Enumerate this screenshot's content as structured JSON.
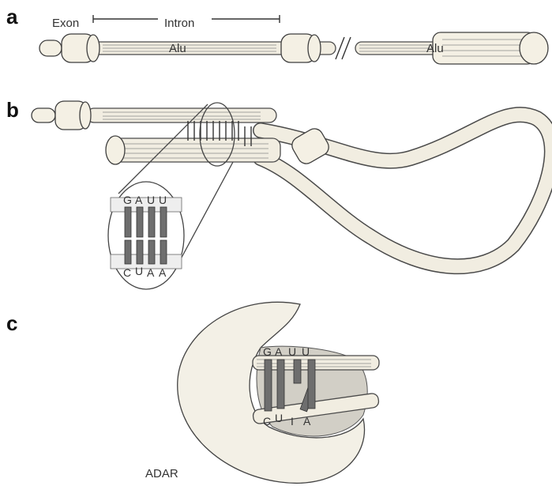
{
  "panels": {
    "a": {
      "letter": "a",
      "exon_label": "Exon",
      "intron_label": "Intron",
      "alu_left": "Alu",
      "alu_right": "Alu"
    },
    "b": {
      "letter": "b",
      "top_bases": [
        "G",
        "A",
        "U",
        "U"
      ],
      "bottom_bases": [
        "C",
        "U",
        "A",
        "A"
      ]
    },
    "c": {
      "letter": "c",
      "top_bases": [
        "G",
        "A",
        "U",
        "U"
      ],
      "bottom_bases": [
        "C",
        "U",
        "I",
        "A"
      ],
      "enzyme_label": "ADAR"
    }
  },
  "colors": {
    "tube_fill": "#f1ede1",
    "outline": "#4a4a4a",
    "pair_fill": "#6e6e6e",
    "adar_fill": "#f3f0e6"
  }
}
